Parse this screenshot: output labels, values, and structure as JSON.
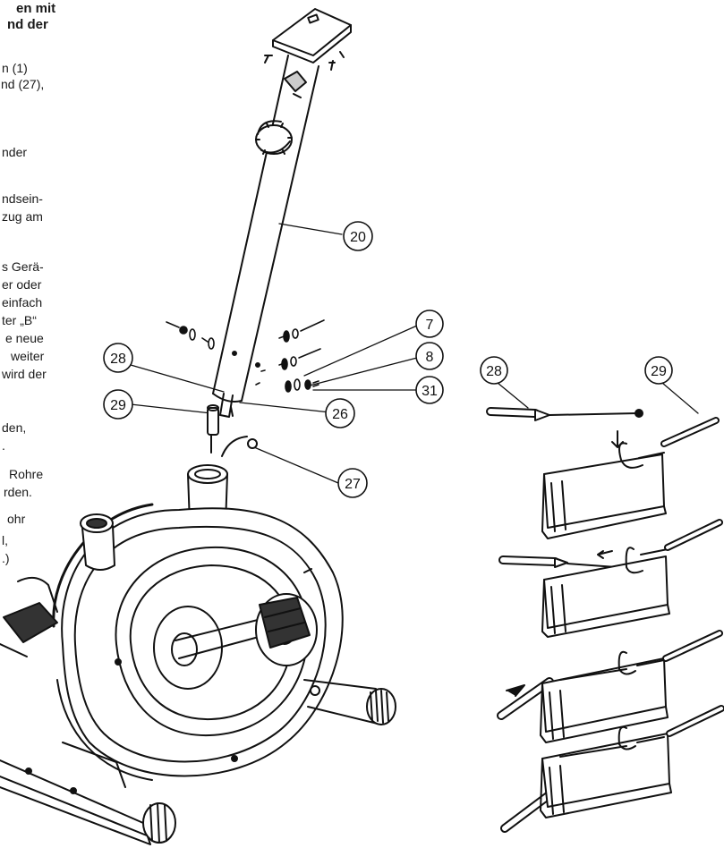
{
  "text_fragments": [
    {
      "id": "t1",
      "text": "en mit",
      "bold": true
    },
    {
      "id": "t2",
      "text": "nd der",
      "bold": true
    },
    {
      "id": "t3",
      "text": "n (1)"
    },
    {
      "id": "t4",
      "text": "nd (27),"
    },
    {
      "id": "t5",
      "text": "nder"
    },
    {
      "id": "t6",
      "text": "ndsein-"
    },
    {
      "id": "t7",
      "text": "zug am"
    },
    {
      "id": "t8",
      "text": "s Gerä-"
    },
    {
      "id": "t9",
      "text": "er oder"
    },
    {
      "id": "t10",
      "text": "einfach"
    },
    {
      "id": "t11",
      "text": "ter „B“"
    },
    {
      "id": "t12",
      "text": "e neue"
    },
    {
      "id": "t13",
      "text": "weiter"
    },
    {
      "id": "t14",
      "text": "wird der"
    },
    {
      "id": "t15",
      "text": "den,"
    },
    {
      "id": "t16",
      "text": "."
    },
    {
      "id": "t17",
      "text": "Rohre"
    },
    {
      "id": "t18",
      "text": "rden."
    },
    {
      "id": "t19",
      "text": "ohr"
    },
    {
      "id": "t20",
      "text": "l,"
    },
    {
      "id": "t21",
      "text": ".)"
    }
  ],
  "callouts": {
    "c20": "20",
    "c7": "7",
    "c8": "8",
    "c31": "31",
    "c28a": "28",
    "c29a": "29",
    "c26": "26",
    "c27": "27",
    "c28b": "28",
    "c29b": "29"
  },
  "colors": {
    "ink": "#111111",
    "paper": "#ffffff",
    "shade": "#bdbdbd"
  }
}
